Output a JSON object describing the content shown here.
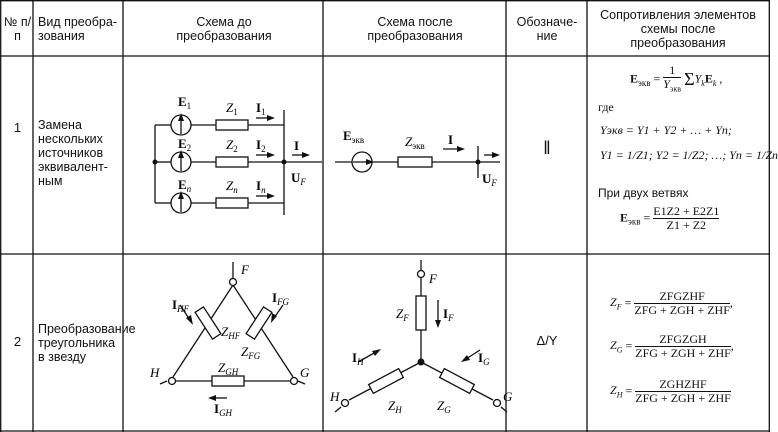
{
  "header": {
    "col_num": "№ п/п",
    "col_type": "Вид преобра-зования",
    "col_before": "Схема до преобразования",
    "col_after": "Схема после преобразования",
    "col_symbol": "Обозначе-ние",
    "col_resist": "Сопротивления элементов схемы после преобразования"
  },
  "rows": [
    {
      "num": "1",
      "type_label": "Замена нескольких источников эквивалент-ным",
      "symbol": "‖",
      "resist": {
        "eq_lhs": "Eэкв =",
        "where": "где",
        "y_sum": "Yэкв = Y1 + Y2 + … + Yn;",
        "y_each": "Y1 = 1/Z1; Y2 = 1/Z2; …; Yn = 1/Zn",
        "two_branches": "При двух ветвях",
        "eq_two_num": "E1Z2 + E2Z1",
        "eq_two_den": "Z1 + Z2"
      }
    },
    {
      "num": "2",
      "type_label": "Преобразование треугольника в звезду",
      "symbol": "Δ/Y",
      "resist": {
        "zf_num": "ZFGZHF",
        "zg_num": "ZFGZGH",
        "zh_num": "ZGHZHF",
        "den": "ZFG + ZGH + ZHF"
      }
    }
  ]
}
